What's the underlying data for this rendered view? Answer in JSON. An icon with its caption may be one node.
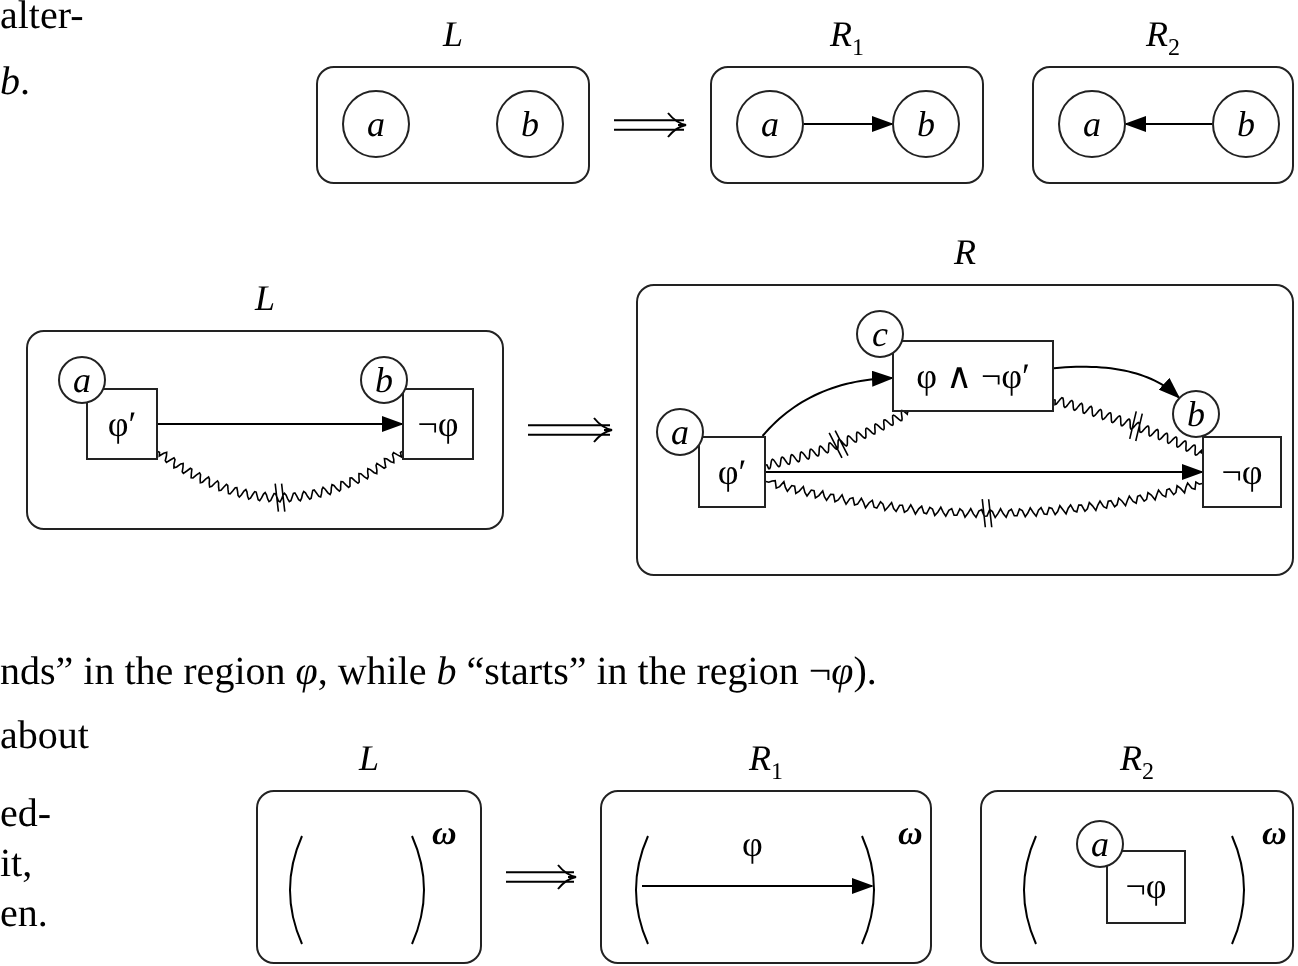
{
  "diagram": {
    "nodes": [
      {
        "text": [
          "L"
        ]
      },
      {
        "text": [
          "a"
        ],
        "in": 0
      },
      {
        "text": [
          "b"
        ],
        "in": 0
      },
      {
        "text": [
          "R$_{1}$"
        ]
      },
      {
        "text": [
          "a"
        ],
        "in": 3
      },
      {
        "text": [
          "b"
        ],
        "in": 3
      },
      {
        "text": [
          "R$_{2}$"
        ]
      },
      {
        "text": [
          "a"
        ],
        "in": 6
      },
      {
        "text": [
          "b"
        ],
        "in": 6
      },
      {
        "text": [
          "L"
        ]
      },
      {
        "text": [
          "a"
        ],
        "in": 9
      },
      {
        "text": [
          "φ′"
        ],
        "in": 9
      },
      {
        "text": [
          "b"
        ],
        "in": 9
      },
      {
        "text": [
          "¬φ"
        ],
        "in": 9
      },
      {
        "text": [
          "R"
        ]
      },
      {
        "text": [
          "a"
        ],
        "in": 14
      },
      {
        "text": [
          "φ′"
        ],
        "in": 14
      },
      {
        "text": [
          "c"
        ],
        "in": 14
      },
      {
        "text": [
          "φ ∧ ¬φ′"
        ],
        "in": 14
      },
      {
        "text": [
          "b"
        ],
        "in": 14
      },
      {
        "text": [
          "¬φ"
        ],
        "in": 14
      },
      {
        "text": [
          "L",
          "ω"
        ]
      },
      {
        "text": [
          "R$_{1}$",
          "ω"
        ]
      },
      {
        "text": [
          "R$_{2}$",
          "ω"
        ]
      },
      {
        "text": [
          "a"
        ],
        "in": 23
      },
      {
        "text": [
          "¬φ"
        ],
        "in": 23
      }
    ],
    "edges": [
      {
        "from": 0,
        "to": 3,
        "arrow": "to"
      },
      {
        "from": 4,
        "to": 5,
        "arrow": "to"
      },
      {
        "from": 8,
        "to": 7,
        "arrow": "to"
      },
      {
        "from": 9,
        "to": 14,
        "arrow": "to"
      },
      {
        "from": 11,
        "to": 13,
        "arrow": "to"
      },
      {
        "from": 11,
        "to": 13,
        "arrow": "none"
      },
      {
        "from": 16,
        "to": 18,
        "arrow": "to"
      },
      {
        "from": 18,
        "to": 19,
        "arrow": "to"
      },
      {
        "from": 16,
        "to": 20,
        "arrow": "to"
      },
      {
        "from": 16,
        "to": 18,
        "arrow": "none"
      },
      {
        "from": 18,
        "to": 20,
        "arrow": "none"
      },
      {
        "from": 16,
        "to": 20,
        "arrow": "none"
      },
      {
        "from": 21,
        "to": 22,
        "arrow": "to"
      }
    ],
    "labels": [
      "alter-",
      "*b*.",
      "nds” in the region *φ*, while *b* “starts” in the region ¬*φ*).",
      "about",
      "ed-",
      "φ",
      "it,",
      "en."
    ]
  }
}
